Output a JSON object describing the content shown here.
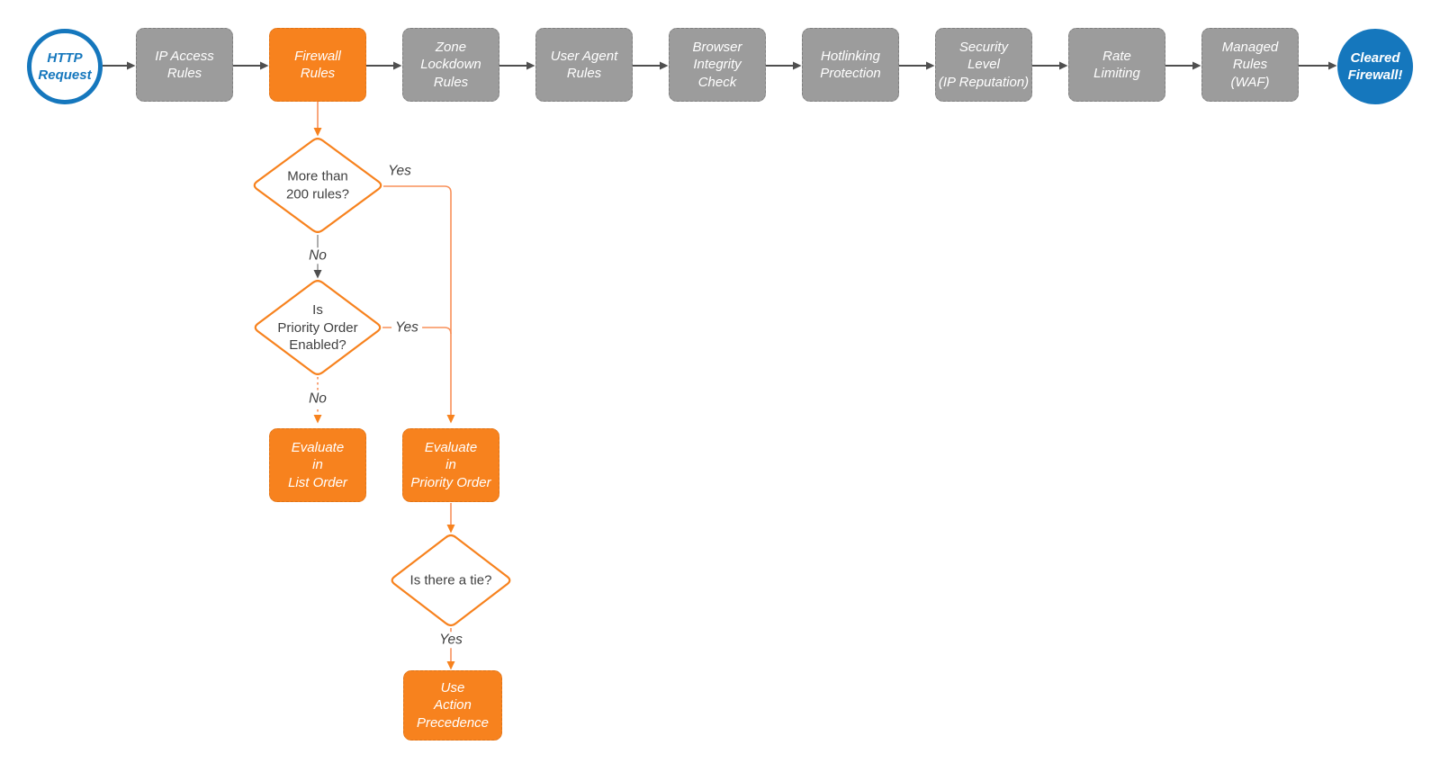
{
  "palette": {
    "orange": "#F7821E",
    "connector_orange": "#F89059",
    "connector_salmon": "#F9A77D",
    "gray_node": "#9C9C9C",
    "gray_line": "#9A9A9A",
    "blue": "#1577BD",
    "arrow_gray": "#4F4F4F",
    "text_dark": "#3F3F3F"
  },
  "pipeline": {
    "start": {
      "label": "HTTP\nRequest"
    },
    "stages": [
      {
        "label": "IP Access\nRules",
        "highlight": false
      },
      {
        "label": "Firewall\nRules",
        "highlight": true
      },
      {
        "label": "Zone\nLockdown\nRules",
        "highlight": false
      },
      {
        "label": "User Agent\nRules",
        "highlight": false
      },
      {
        "label": "Browser\nIntegrity\nCheck",
        "highlight": false
      },
      {
        "label": "Hotlinking\nProtection",
        "highlight": false
      },
      {
        "label": "Security\nLevel\n(IP Reputation)",
        "highlight": false
      },
      {
        "label": "Rate\nLimiting",
        "highlight": false
      },
      {
        "label": "Managed\nRules\n(WAF)",
        "highlight": false
      }
    ],
    "end": {
      "label": "Cleared\nFirewall!"
    }
  },
  "firewall_subflow": {
    "decisions": {
      "rule_count": "More than\n200 rules?",
      "priority_enabled": "Is\nPriority Order\nEnabled?",
      "tie": "Is there a tie?"
    },
    "processes": {
      "list_order": "Evaluate\nin\nList Order",
      "priority_order": "Evaluate\nin\nPriority Order",
      "action_precedence": "Use\nAction\nPrecedence"
    },
    "edge_labels": {
      "yes": "Yes",
      "no": "No"
    }
  }
}
